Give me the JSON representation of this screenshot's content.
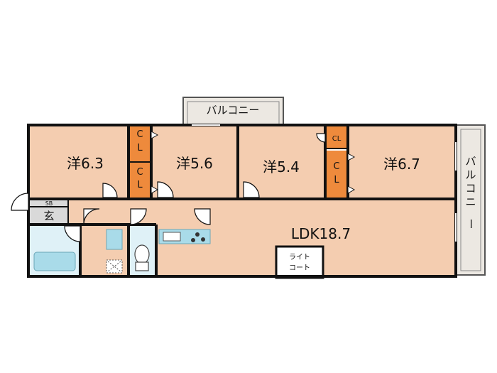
{
  "colors": {
    "room": "#f4cdb0",
    "closet": "#ee8a3c",
    "balcony": "#ece8e2",
    "wet": "#dff1f7",
    "fixture": "#a9dbe9",
    "wall": "#111111"
  },
  "rooms": {
    "western1": "洋6.3",
    "western2": "洋5.6",
    "western3": "洋5.4",
    "western4": "洋6.7",
    "ldk": "LDK18.7"
  },
  "closets": {
    "c1_top": "C",
    "c1_bottom": "L",
    "c2_top": "C",
    "c2_bottom": "L",
    "c3": "CL",
    "c4_top": "C",
    "c4_bottom": "L"
  },
  "balcony_top": "バルコニー",
  "balcony_right": [
    "バ",
    "ル",
    "コ",
    "ニ",
    "ー"
  ],
  "entrance": {
    "shoebox": "SB",
    "genkan": "玄"
  },
  "light_court": {
    "line1": "ライト",
    "line2": "コート"
  }
}
